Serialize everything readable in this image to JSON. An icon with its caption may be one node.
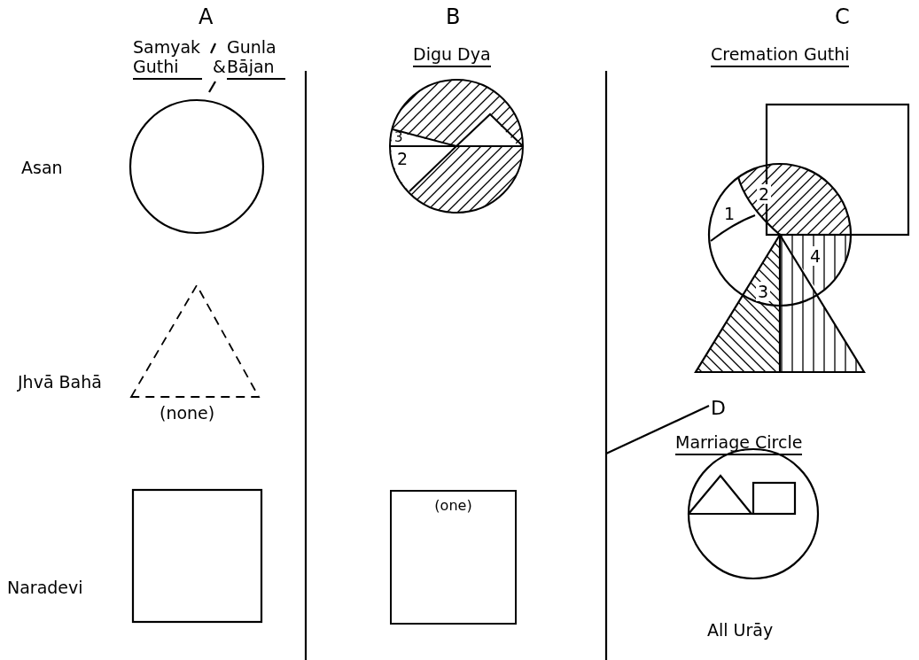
{
  "diagram": {
    "nodes": [
      {
        "text": [
          "3",
          "2"
        ]
      },
      {
        "text": [
          "(one)"
        ]
      },
      {
        "text": [],
        "shape": "circle"
      },
      {
        "text": [],
        "shape": "triangle"
      },
      {
        "text": [],
        "shape": "box"
      }
    ],
    "labels": [
      "A",
      "Samyak Guthi",
      "&",
      "Gunla Bājan",
      "B",
      "Digu Dya",
      "C",
      "Cremation Guthi",
      "Asan",
      "1",
      "2",
      "3",
      "4",
      "Jhvā Bahā",
      "(none)",
      "D",
      "Marriage Circle",
      "Naradevi",
      "All Urāy"
    ]
  }
}
